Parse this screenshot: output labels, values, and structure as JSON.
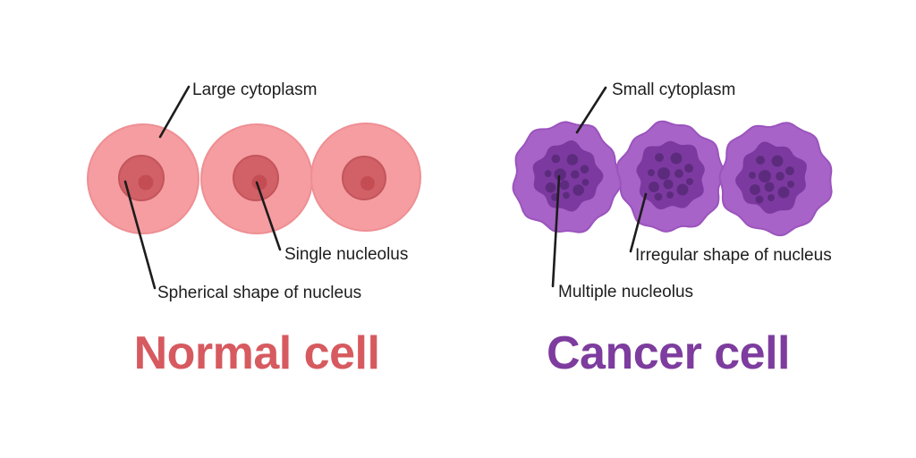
{
  "diagram": {
    "normal": {
      "title": "Normal cell",
      "title_color": "#d65a5f",
      "cell_count": 3,
      "labels": {
        "cytoplasm": "Large cytoplasm",
        "nucleolus": "Single nucleolus",
        "nucleus": "Spherical shape of nucleus"
      },
      "colors": {
        "cytoplasm": "#f59da1",
        "cytoplasm_edge": "#ee8f94",
        "nucleus": "#d26067",
        "nucleus_edge": "#c3555c",
        "nucleolus": "#c44d54"
      }
    },
    "cancer": {
      "title": "Cancer cell",
      "title_color": "#7d3c9e",
      "cell_count": 3,
      "labels": {
        "cytoplasm": "Small cytoplasm",
        "nucleus": "Irregular shape of nucleus",
        "nucleolus": "Multiple nucleolus"
      },
      "colors": {
        "cytoplasm": "#a763c7",
        "cytoplasm_edge": "#9b54bd",
        "nucleus": "#7c3aa0",
        "nucleolus": "#5d2b7e"
      }
    },
    "label_color": "#1d1d1d",
    "line_color": "#1d1d1d"
  }
}
